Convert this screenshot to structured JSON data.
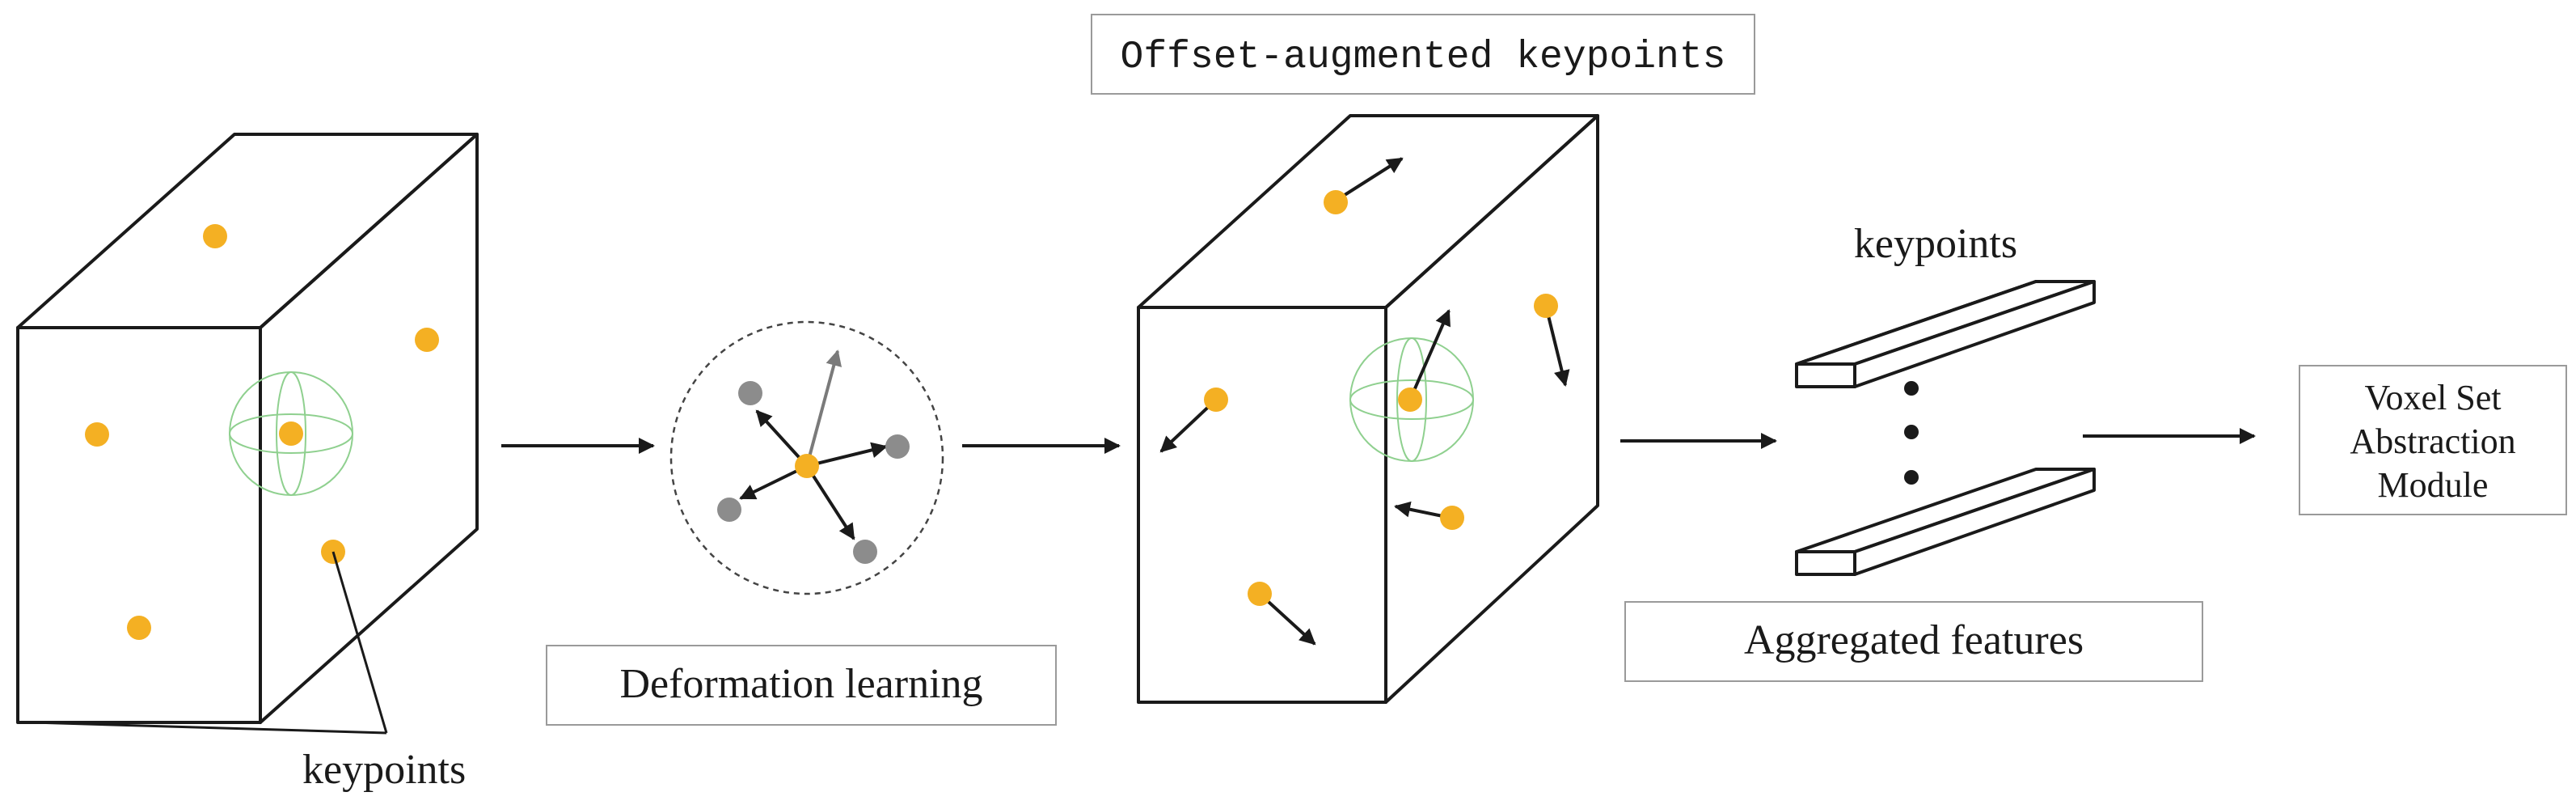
{
  "labels": {
    "keypoints_left": "keypoints",
    "deformation_learning": "Deformation learning",
    "offset_augmented_keypoints": "Offset-augmented keypoints",
    "keypoints_right": "keypoints",
    "aggregated_features": "Aggregated features",
    "voxel_set_line1": "Voxel Set",
    "voxel_set_line2": "Abstraction",
    "voxel_set_line3": "Module"
  },
  "colors": {
    "keypoint": "#f4b023",
    "neighbor": "#8c8c8c",
    "sphere": "#8fd08f",
    "stroke": "#1a1a1a",
    "offset_arrow": "#7a7a7a"
  }
}
